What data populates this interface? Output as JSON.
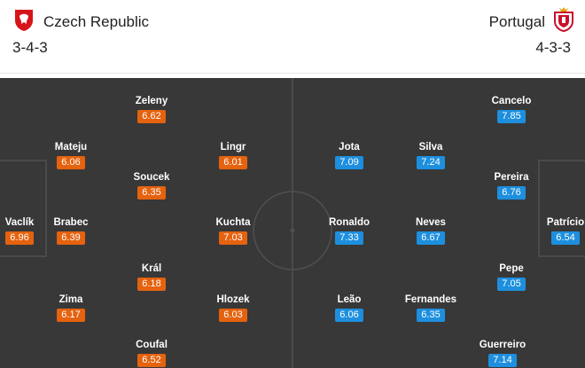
{
  "home": {
    "name": "Czech Republic",
    "formation": "3-4-3",
    "crest_icon": "czech-crest-icon",
    "rating_color": "#e5620f",
    "players": [
      {
        "name": "Vaclík",
        "rating": "6.96"
      },
      {
        "name": "Mateju",
        "rating": "6.06"
      },
      {
        "name": "Brabec",
        "rating": "6.39"
      },
      {
        "name": "Zima",
        "rating": "6.17"
      },
      {
        "name": "Zeleny",
        "rating": "6.62"
      },
      {
        "name": "Soucek",
        "rating": "6.35"
      },
      {
        "name": "Král",
        "rating": "6.18"
      },
      {
        "name": "Coufal",
        "rating": "6.52"
      },
      {
        "name": "Lingr",
        "rating": "6.01"
      },
      {
        "name": "Kuchta",
        "rating": "7.03"
      },
      {
        "name": "Hlozek",
        "rating": "6.03"
      }
    ]
  },
  "away": {
    "name": "Portugal",
    "formation": "4-3-3",
    "crest_icon": "portugal-crest-icon",
    "rating_color": "#1d8fde",
    "players": [
      {
        "name": "Patrício",
        "rating": "6.54"
      },
      {
        "name": "Cancelo",
        "rating": "7.85"
      },
      {
        "name": "Pereira",
        "rating": "6.76"
      },
      {
        "name": "Pepe",
        "rating": "7.05"
      },
      {
        "name": "Guerreiro",
        "rating": "7.14"
      },
      {
        "name": "Silva",
        "rating": "7.24"
      },
      {
        "name": "Neves",
        "rating": "6.67"
      },
      {
        "name": "Fernandes",
        "rating": "6.35"
      },
      {
        "name": "Jota",
        "rating": "7.09"
      },
      {
        "name": "Ronaldo",
        "rating": "7.33"
      },
      {
        "name": "Leão",
        "rating": "6.06"
      }
    ]
  },
  "pitch_color": "#383838"
}
